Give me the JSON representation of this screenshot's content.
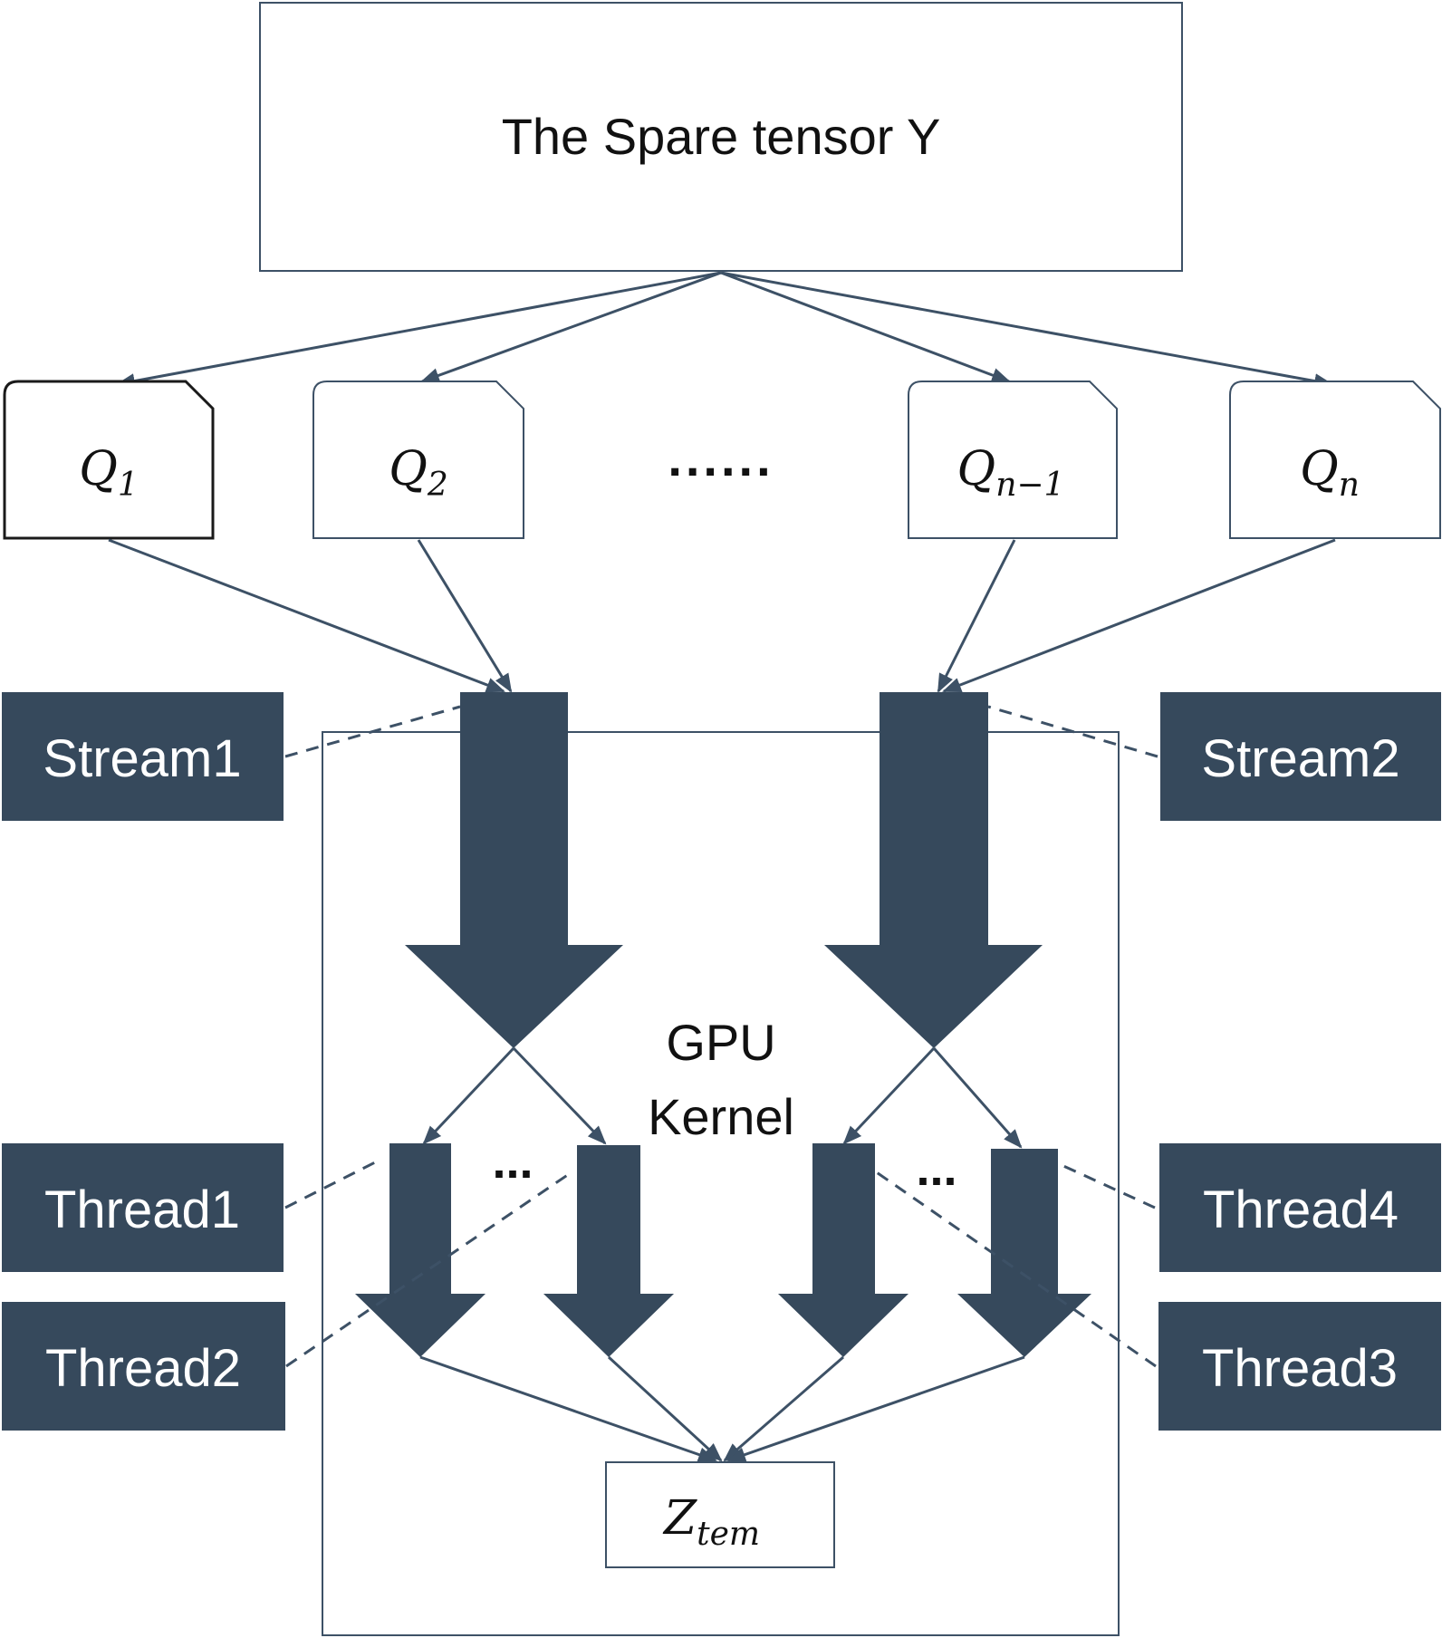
{
  "colors": {
    "accent": "#36495c",
    "line": "#3d5166",
    "text_dark": "#111111",
    "text_light": "#ffffff",
    "background": "#ffffff"
  },
  "source": {
    "label": "The Spare tensor Y"
  },
  "partitions": [
    {
      "base": "Q",
      "sub": "1"
    },
    {
      "base": "Q",
      "sub": "2"
    },
    {
      "base": "Q",
      "sub": "n−1"
    },
    {
      "base": "Q",
      "sub": "n"
    }
  ],
  "ellipsis": "......",
  "streams": [
    "Stream1",
    "Stream2"
  ],
  "kernel": {
    "line1": "GPU",
    "line2": "Kernel"
  },
  "threads": [
    "Thread1",
    "Thread2",
    "Thread3",
    "Thread4"
  ],
  "thread_ellipsis": "...",
  "output": {
    "base": "Z",
    "sub": "tem"
  }
}
